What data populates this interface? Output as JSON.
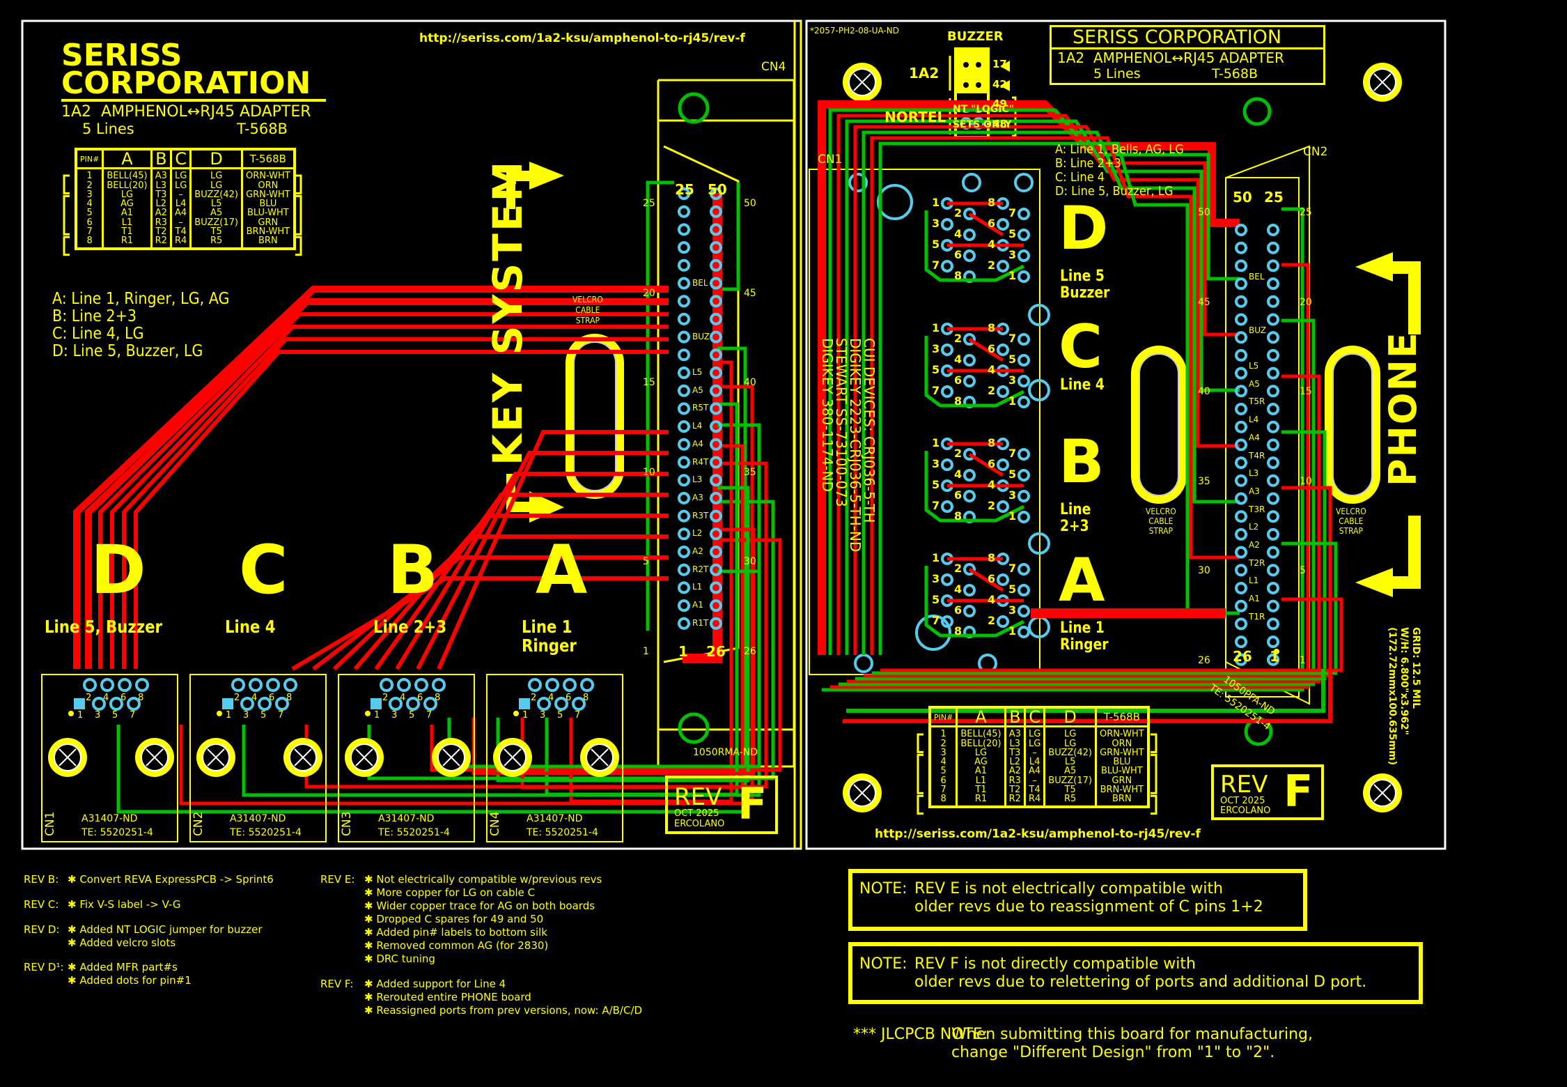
{
  "url": "http://seriss.com/1a2-ksu/amphenol-to-rj45/rev-f",
  "left_board": {
    "company_line1": "SERISS",
    "company_line2": "CORPORATION",
    "product": "1A2  AMPHENOL↔RJ45 ADAPTER",
    "lines": "5 Lines",
    "standard": "T-568B",
    "legend": [
      "A: Line 1, Ringer, LG, AG",
      "B: Line 2+3",
      "C: Line 4, LG",
      "D: Line 5, Buzzer, LG"
    ],
    "direction_label": "KEY SYSTEM",
    "velcro_label": [
      "VELCRO",
      "CABLE",
      "STRAP"
    ],
    "amphenol_ref": "CN4",
    "amphenol_part": "1050RMA-ND",
    "amphenol_top": [
      "25",
      "50"
    ],
    "amphenol_bottom": [
      "1",
      "26"
    ],
    "amphenol_left_numbers": [
      "25",
      "20",
      "15",
      "10",
      "5",
      "1"
    ],
    "amphenol_right_numbers": [
      "50",
      "45",
      "40",
      "35",
      "30",
      "26"
    ],
    "pin_labels": [
      "BEL",
      "BUZ",
      "L5",
      "A5",
      "R5T",
      "L4",
      "A4",
      "R4T",
      "L3",
      "A3",
      "R3T",
      "L2",
      "A2",
      "R2T",
      "L1",
      "A1",
      "R1T"
    ],
    "ports": [
      {
        "letter": "D",
        "desc": "Line 5, Buzzer",
        "ref": "CN1",
        "part": "A31407-ND",
        "mfr": "TE: 5520251-4"
      },
      {
        "letter": "C",
        "desc": "Line 4",
        "ref": "CN2",
        "part": "A31407-ND",
        "mfr": "TE: 5520251-4"
      },
      {
        "letter": "B",
        "desc": "Line 2+3",
        "ref": "CN3",
        "part": "A31407-ND",
        "mfr": "TE: 5520251-4"
      },
      {
        "letter": "A",
        "desc": "Line 1\nRinger",
        "ref": "CN4",
        "part": "A31407-ND",
        "mfr": "TE: 5520251-4"
      }
    ],
    "rj_pins_top": [
      "2",
      "4",
      "6",
      "8"
    ],
    "rj_pins_bottom": [
      "1",
      "3",
      "5",
      "7"
    ],
    "rev": {
      "label": "REV",
      "letter": "F",
      "date": "OCT 2025",
      "author": "ERCOLANO"
    }
  },
  "right_board": {
    "jumper_part": "*2057-PH2-08-UA-ND",
    "buzzer_label": "BUZZER",
    "jumper_1a2": "1A2",
    "jumper_nortel": "NORTEL",
    "jumper_pins": [
      "17",
      "42",
      "49",
      "48"
    ],
    "default_label": "DEFAULT",
    "nt_logic": "NT \"LOGIC\"",
    "sets_only": "SETS ONLY",
    "company": "SERISS CORPORATION",
    "product": "1A2  AMPHENOL↔RJ45 ADAPTER",
    "lines": "5 Lines",
    "standard": "T-568B",
    "legend": [
      "A: Line 1, Bells, AG, LG",
      "B: Line 2+3",
      "C: Line 4",
      "D: Line 5, Buzzer, LG"
    ],
    "cn1_ref": "CN1",
    "cn2_ref": "CN2",
    "cn1_parts": [
      "CUI DEVICES: CRJ036-5-TH",
      "DIGIKEY 2223-CRJ036-5-TH-ND",
      "STEWART SS-73100-073",
      "DIGIKEY 380-1174-ND"
    ],
    "ports": [
      {
        "letter": "D",
        "desc": "Line 5\nBuzzer"
      },
      {
        "letter": "C",
        "desc": "Line 4"
      },
      {
        "letter": "B",
        "desc": "Line\n2+3"
      },
      {
        "letter": "A",
        "desc": "Line 1\nRinger"
      }
    ],
    "direction_label": "PHONE",
    "velcro_label": [
      "VELCRO",
      "CABLE",
      "STRAP"
    ],
    "amphenol_top": [
      "50",
      "25"
    ],
    "amphenol_bottom": [
      "26",
      "1"
    ],
    "amphenol_left_numbers": [
      "50",
      "45",
      "40",
      "35",
      "30",
      "26"
    ],
    "amphenol_right_numbers": [
      "25",
      "20",
      "15",
      "10",
      "5",
      "1"
    ],
    "pin_labels": [
      "BEL",
      "BUZ",
      "L5",
      "A5",
      "T5R",
      "L4",
      "A4",
      "T4R",
      "L3",
      "A3",
      "T3R",
      "L2",
      "A2",
      "T2R",
      "L1",
      "A1",
      "T1R"
    ],
    "amphenol_part": "1050PFA-ND",
    "amphenol_mfr": "TE: 5520251-4",
    "grid_info": [
      "GRID: 12.5 MIL",
      "W/H: 6.800\"x3.962\"",
      "(172.72mmx100.635mm)"
    ],
    "rev": {
      "label": "REV",
      "letter": "F",
      "date": "OCT 2025",
      "author": "ERCOLANO"
    }
  },
  "pin_table": {
    "headers": [
      "PIN#",
      "A",
      "B",
      "C",
      "D",
      "T-568B"
    ],
    "rows": [
      [
        "1",
        "BELL(45)",
        "A3",
        "LG",
        "LG",
        "ORN-WHT"
      ],
      [
        "2",
        "BELL(20)",
        "L3",
        "LG",
        "LG",
        "ORN"
      ],
      [
        "3",
        "LG",
        "T3",
        "–",
        "BUZZ(42)",
        "GRN-WHT"
      ],
      [
        "4",
        "AG",
        "L2",
        "L4",
        "L5",
        "BLU"
      ],
      [
        "5",
        "A1",
        "A2",
        "A4",
        "A5",
        "BLU-WHT"
      ],
      [
        "6",
        "L1",
        "R3",
        "–",
        "BUZZ(17)",
        "GRN"
      ],
      [
        "7",
        "T1",
        "T2",
        "T4",
        "T5",
        "BRN-WHT"
      ],
      [
        "8",
        "R1",
        "R2",
        "R4",
        "R5",
        "BRN"
      ]
    ]
  },
  "revisions": [
    {
      "rev": "REV B:",
      "items": [
        "Convert REVA ExpressPCB -> Sprint6"
      ]
    },
    {
      "rev": "REV C:",
      "items": [
        "Fix V-S label -> V-G"
      ]
    },
    {
      "rev": "REV D:",
      "items": [
        "Added NT LOGIC jumper for buzzer",
        "Added velcro slots"
      ]
    },
    {
      "rev": "REV D¹:",
      "items": [
        "Added MFR part#s",
        "Added dots for pin#1"
      ]
    },
    {
      "rev": "REV E:",
      "items": [
        "Not electrically compatible w/previous revs",
        "More copper for LG on cable C",
        "Wider copper trace for AG on both boards",
        "Dropped C spares for 49 and 50",
        "Added pin# labels to bottom silk",
        "Removed common AG (for 2830)",
        "DRC tuning"
      ]
    },
    {
      "rev": "REV F:",
      "items": [
        "Added support for Line 4",
        "Rerouted entire PHONE board",
        "Reassigned ports from prev versions, now: A/B/C/D"
      ]
    }
  ],
  "notes": [
    {
      "prefix": "NOTE:",
      "line1": "REV E is not electrically compatible with",
      "line2": "older revs due to reassignment of C pins 1+2"
    },
    {
      "prefix": "NOTE:",
      "line1": "REV F is not directly compatible with",
      "line2": "older revs due to relettering of ports and additional D port."
    }
  ],
  "jlcpcb_note": {
    "prefix": "*** JLCPCB NOTE:",
    "line1": "When submitting this board for manufacturing,",
    "line2": "change \"Different Design\" from \"1\" to \"2\"."
  },
  "colors": {
    "background": "#000000",
    "silkscreen": "#ffff00",
    "top_copper": "#ff0000",
    "bottom_copper": "#00c000",
    "pad": "#55ccee",
    "outline": "#ffffff"
  }
}
